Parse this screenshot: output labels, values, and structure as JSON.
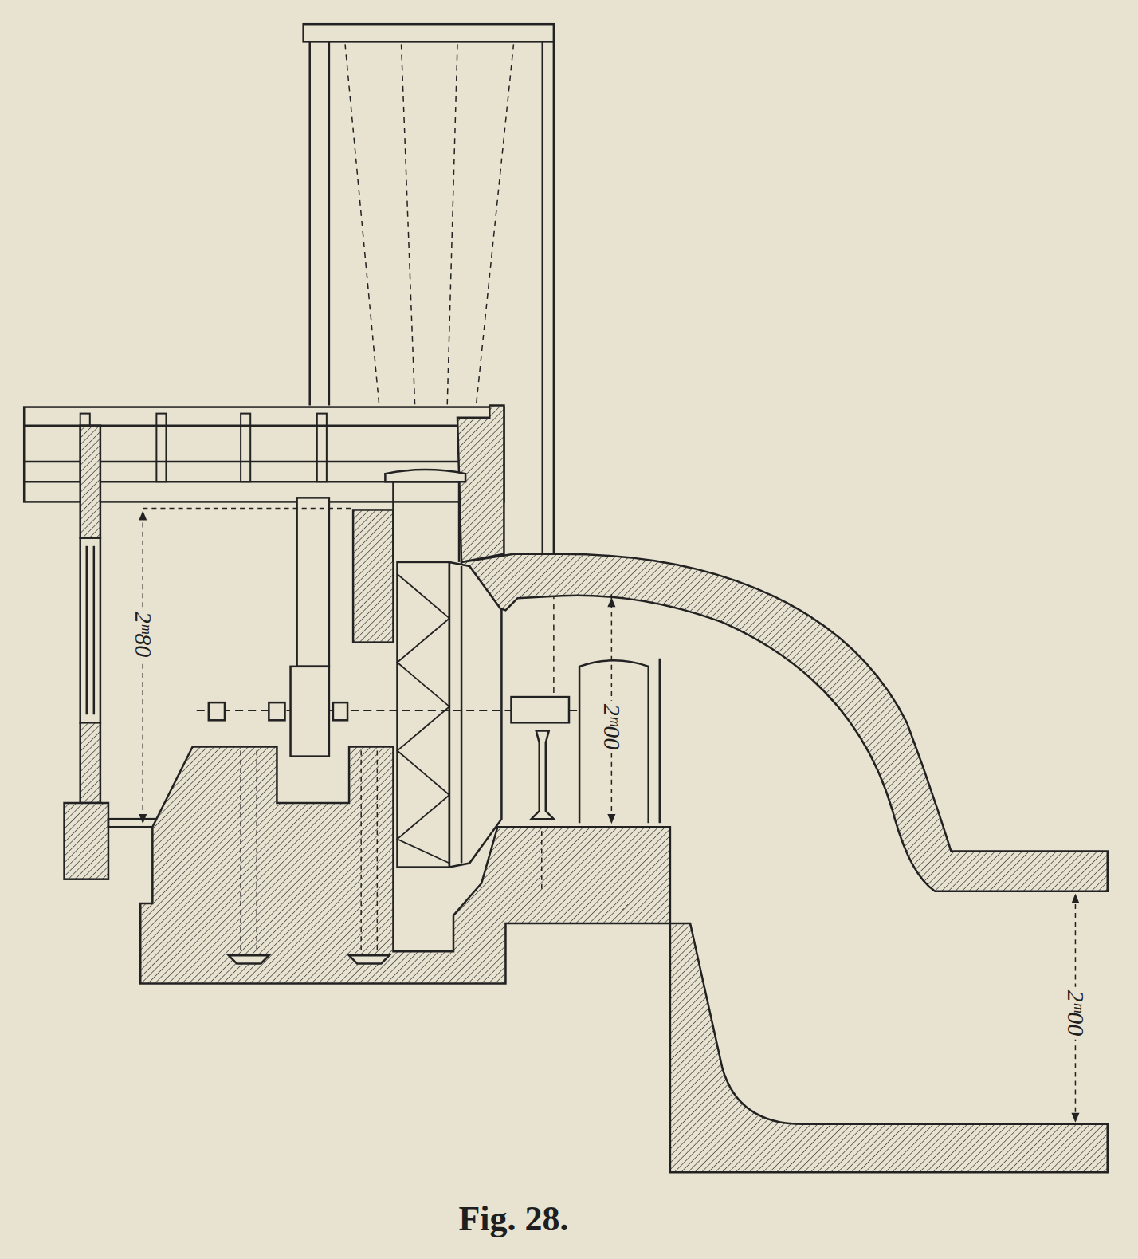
{
  "diagram": {
    "caption": "Fig. 28.",
    "labels": [
      "2ᵐ80",
      "2ᵐ00",
      "2ᵐ00"
    ]
  }
}
